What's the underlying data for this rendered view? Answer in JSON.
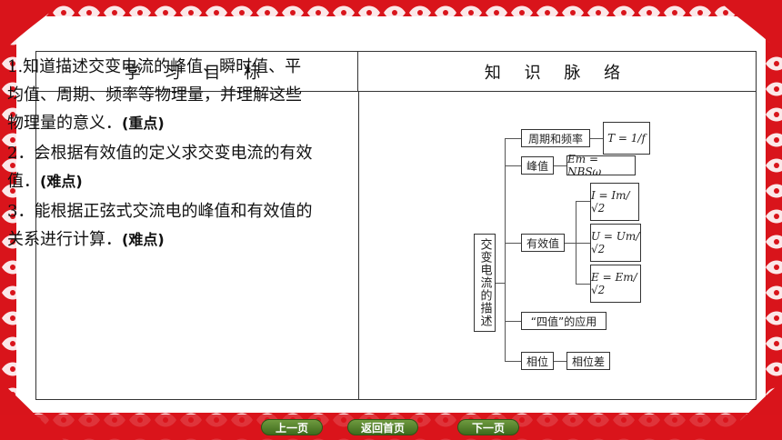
{
  "table": {
    "header_left": "学 习 目 标",
    "header_right": "知 识 脉 络"
  },
  "goals": [
    {
      "text": "1.知道描述交变电流的峰值、瞬时值、平均值、周期、频率等物理量，并理解这些物理量的意义．",
      "tag": "(重点)"
    },
    {
      "text": "2．会根据有效值的定义求交变电流的有效值．",
      "tag": "(难点)"
    },
    {
      "text": "3．能根据正弦式交流电的峰值和有效值的关系进行计算．",
      "tag": "(难点)"
    }
  ],
  "mindmap": {
    "root": "交变电流的描述",
    "branches": {
      "period": "周期和频率",
      "peak": "峰值",
      "effective": "有效值",
      "four": "“四值”的应用",
      "phase": "相位",
      "phase_diff": "相位差"
    },
    "formulas": {
      "period": "T = 1/f",
      "peak": "Em = NBSω",
      "current": "I = Im/√2",
      "voltage": "U = Um/√2",
      "emf": "E = Em/√2"
    }
  },
  "nav": {
    "prev": "上一页",
    "home": "返回首页",
    "next": "下一页"
  },
  "colors": {
    "frame": "#d9141b",
    "nav": "#4f7d28"
  }
}
